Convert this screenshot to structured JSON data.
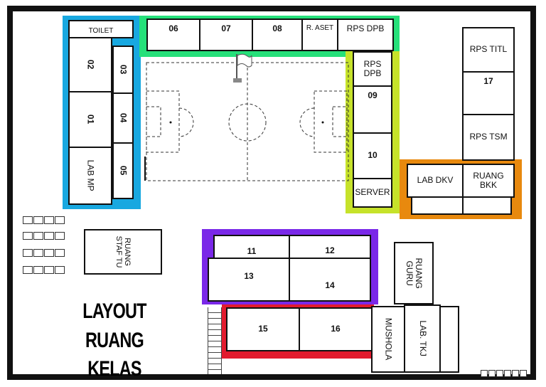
{
  "title": {
    "line1": "LAYOUT RUANG",
    "line2": "KELAS"
  },
  "colors": {
    "blue": "#18a8e0",
    "green": "#26e07a",
    "lime": "#c6e22a",
    "orange": "#e8890e",
    "purple": "#7a28e8",
    "red": "#e21b2e",
    "wall": "#111111"
  },
  "rooms": {
    "toilet": "TOILET",
    "r02": "02",
    "r03": "03",
    "r01": "01",
    "r04": "04",
    "lab_mp": "LAB MP",
    "r05": "05",
    "r06": "06",
    "r07": "07",
    "r08": "08",
    "r_aset": "R. ASET",
    "rps_dpb_top": "RPS DPB",
    "rps_dpb_side": "RPS DPB",
    "r09": "09",
    "r10": "10",
    "server": "SERVER",
    "rps_titl": "RPS TITL",
    "r17": "17",
    "rps_tsm": "RPS TSM",
    "lab_dkv": "LAB DKV",
    "ruang_bkk": "RUANG BKK",
    "ruang_staf_tu": "RUANG STAF TU",
    "r11": "11",
    "r12": "12",
    "r13": "13",
    "r14": "14",
    "ruang_guru": "RUANG GURU",
    "r15": "15",
    "r16": "16",
    "mushola": "MUSHOLA",
    "lab_tkj": "LAB. TKJ"
  },
  "field": {
    "icon": "flag-icon"
  }
}
